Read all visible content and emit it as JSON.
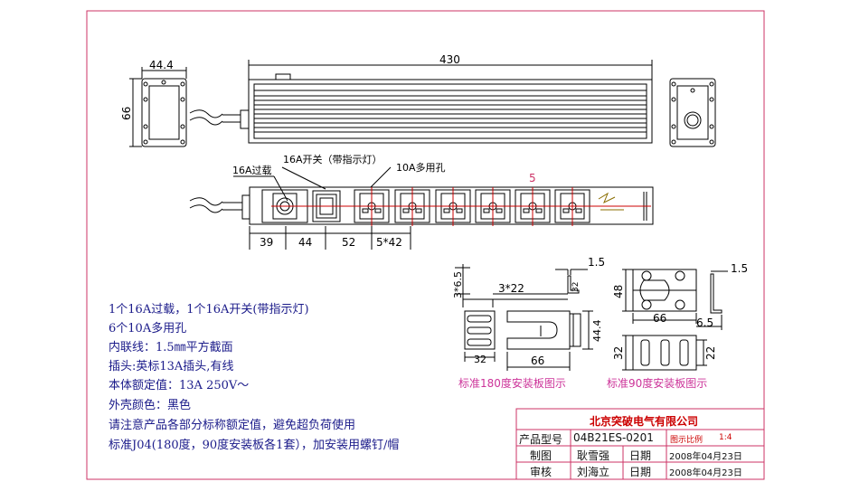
{
  "dimensions": {
    "top_left_width": "44.4",
    "top_left_height": "66",
    "top_length": "430",
    "callout_overload": "16A过载",
    "callout_switch": "16A开关（带指示灯）",
    "callout_sockets": "10A多用孔",
    "mid_marker": "5",
    "bottom_39": "39",
    "bottom_44": "44",
    "bottom_52": "52",
    "bottom_5x42": "5*42",
    "b180_3x65": "3*6.5",
    "b180_3x22": "3*22",
    "b180_15": "1.5",
    "b180_32a": "32",
    "b180_444": "44.4",
    "b180_32b": "32",
    "b180_66": "66",
    "b90_48": "48",
    "b90_15": "1.5",
    "b90_66": "66",
    "b90_65": "6.5",
    "b90_32": "32",
    "b90_22": "22"
  },
  "captions": {
    "bracket180": "标准180度安装板图示",
    "bracket90": "标准90度安装板图示"
  },
  "specs": [
    "1个16A过载，1个16A开关(带指示灯)",
    "6个10A多用孔",
    "内联线：1.5㎜平方截面",
    "插头:英标13A插头,有线",
    "本体额定值：13A 250V～",
    "外壳颜色：黑色",
    "请注意产品各部分标称额定值，避免超负荷使用",
    "标准J04(180度，90度安装板各1套），加安装用螺钉/帽"
  ],
  "title_block": {
    "company": "北京突破电气有限公司",
    "model_label": "产品型号",
    "model_value": "04B21ES-0201",
    "scale_label": "图示比例",
    "scale_value": "1:4",
    "drawn_label": "制图",
    "drawn_by": "耿雪强",
    "drawn_date_label": "日期",
    "drawn_date": "2008年04月23日",
    "checked_label": "审核",
    "checked_by": "刘海立",
    "checked_date_label": "日期",
    "checked_date": "2008年04月23日"
  },
  "colors": {
    "frame": "#cc3366",
    "lines": "#000000",
    "title_text": "#cc0000",
    "caption_text": "#cc3399",
    "spec_text": "#1b1b8a"
  }
}
